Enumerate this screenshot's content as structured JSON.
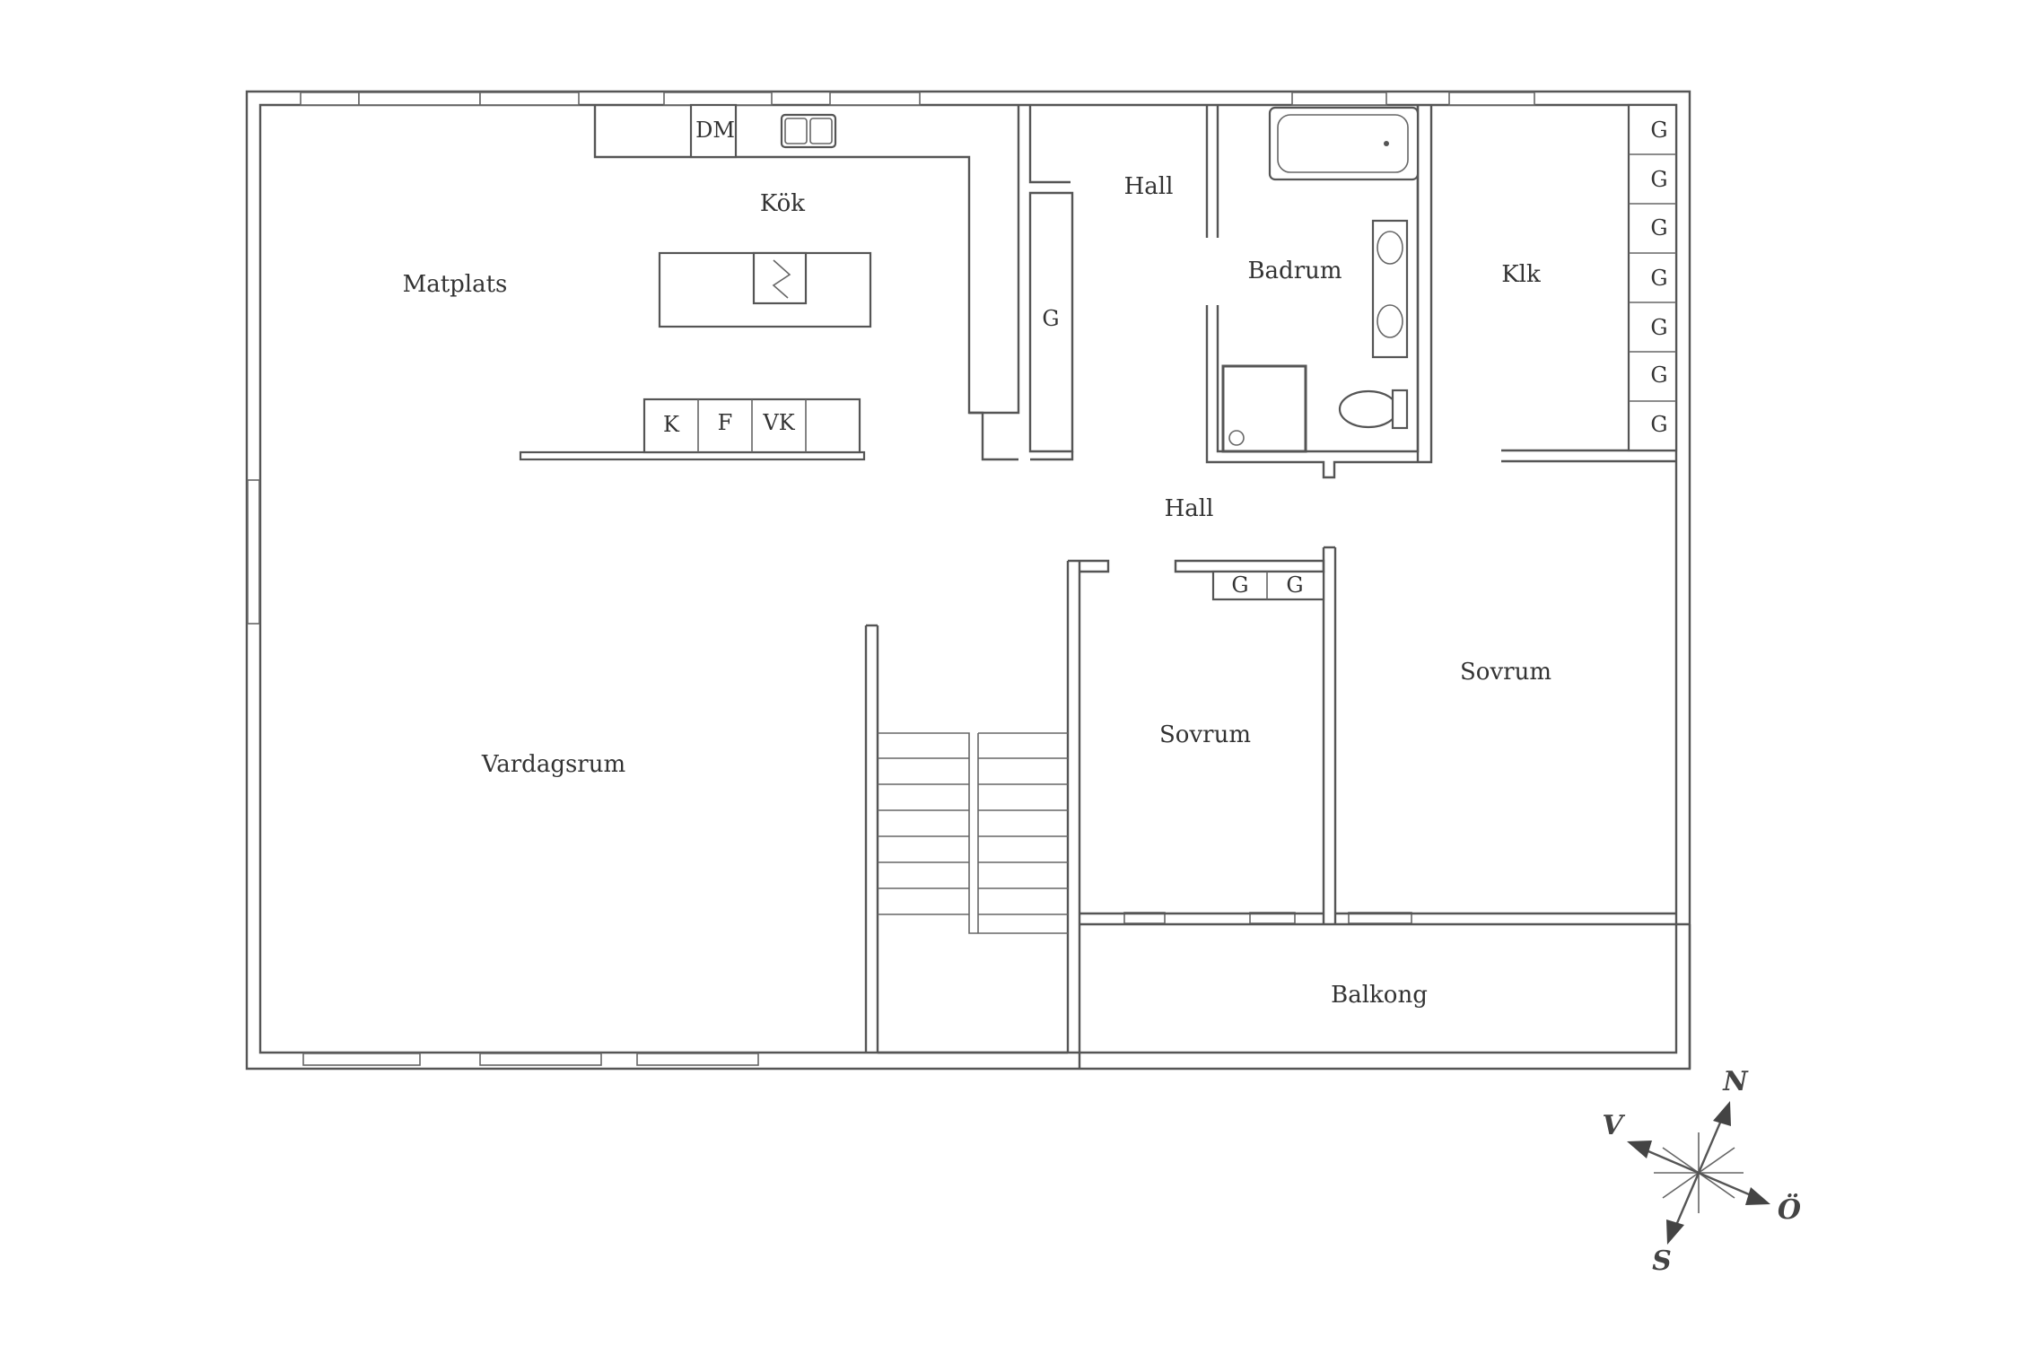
{
  "rooms": {
    "kok": "Kök",
    "matplats": "Matplats",
    "vardagsrum": "Vardagsrum",
    "hall_top": "Hall",
    "hall_mid": "Hall",
    "badrum": "Badrum",
    "klk": "Klk",
    "sovrum_left": "Sovrum",
    "sovrum_right": "Sovrum",
    "balkong": "Balkong"
  },
  "fixtures": {
    "dm": "DM",
    "k": "K",
    "f": "F",
    "vk": "VK",
    "closet": "G"
  },
  "compass": {
    "n": "N",
    "o": "Ö",
    "s": "S",
    "v": "V"
  }
}
